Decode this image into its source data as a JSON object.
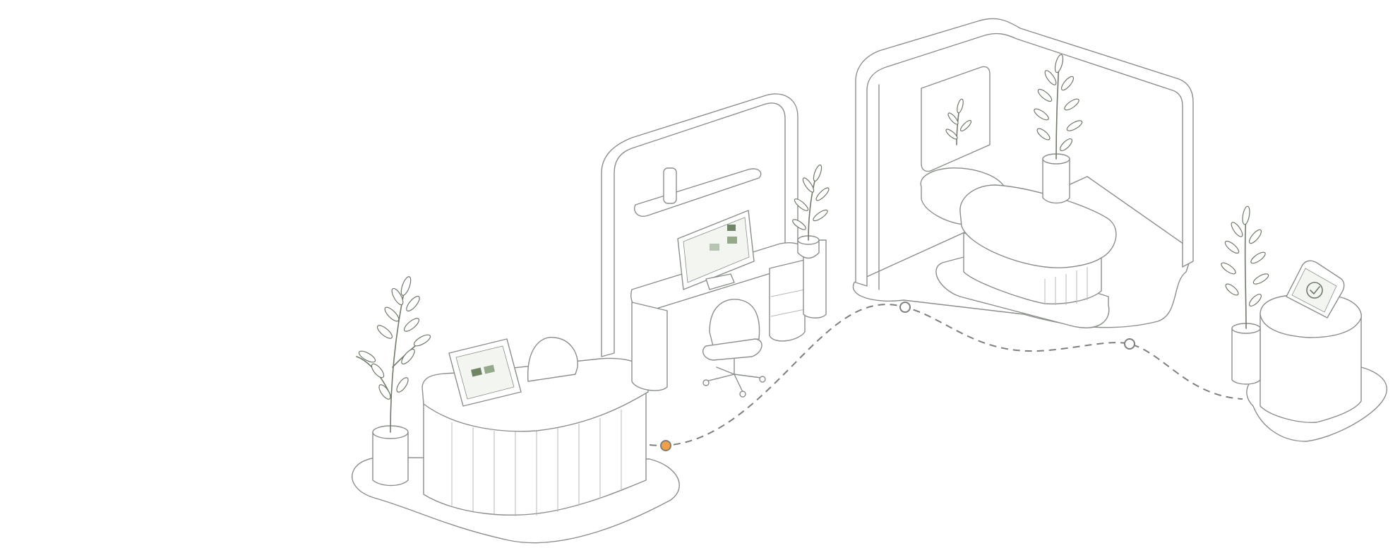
{
  "scene": {
    "stations": [
      "reception",
      "consultation-desk",
      "treatment-room",
      "checkout-kiosk"
    ],
    "path": {
      "style": "dashed",
      "stroke_color": "#7d7f7d",
      "active_marker_color": "#f0a045",
      "inactive_marker_color": "#ffffff"
    },
    "palette": {
      "line": "#8a8f8a",
      "accent_green": "#6f8566",
      "screen_fill": "#e7ece4",
      "background": "#ffffff"
    }
  },
  "icons": {
    "kiosk_screen": "check-circle-icon"
  }
}
